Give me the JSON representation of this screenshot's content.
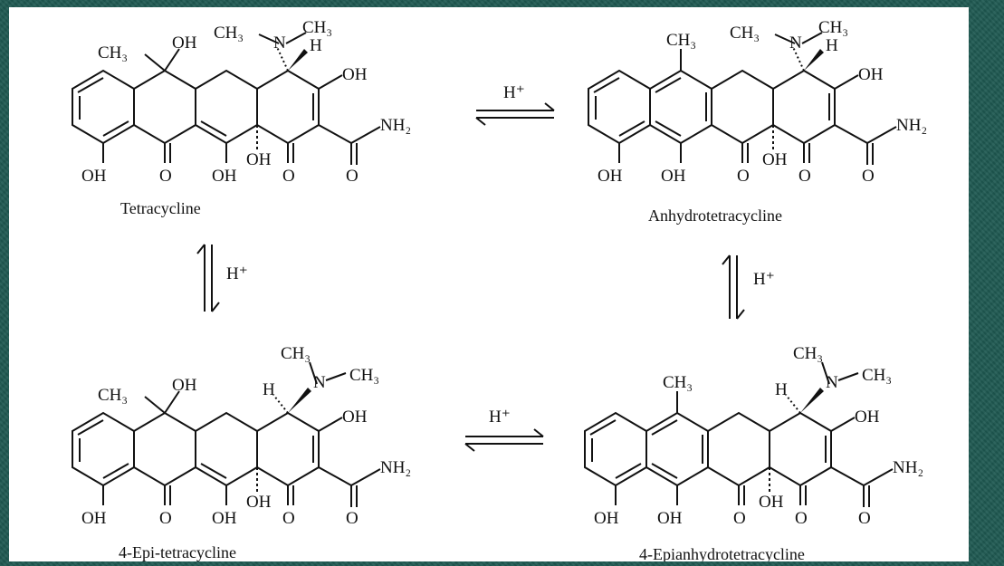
{
  "compounds": {
    "tetracycline": "Tetracycline",
    "anhydrotetracycline": "Anhydrotetracycline",
    "epi_tetracycline": "4-Epi-tetracycline",
    "epianhydrotetracycline": "4-Epianhydrotetracycline"
  },
  "atoms": {
    "ch3": "CH₃",
    "oh": "OH",
    "n": "N",
    "h": "H",
    "o": "O",
    "nh2": "NH₂"
  },
  "catalyst": "H⁺"
}
